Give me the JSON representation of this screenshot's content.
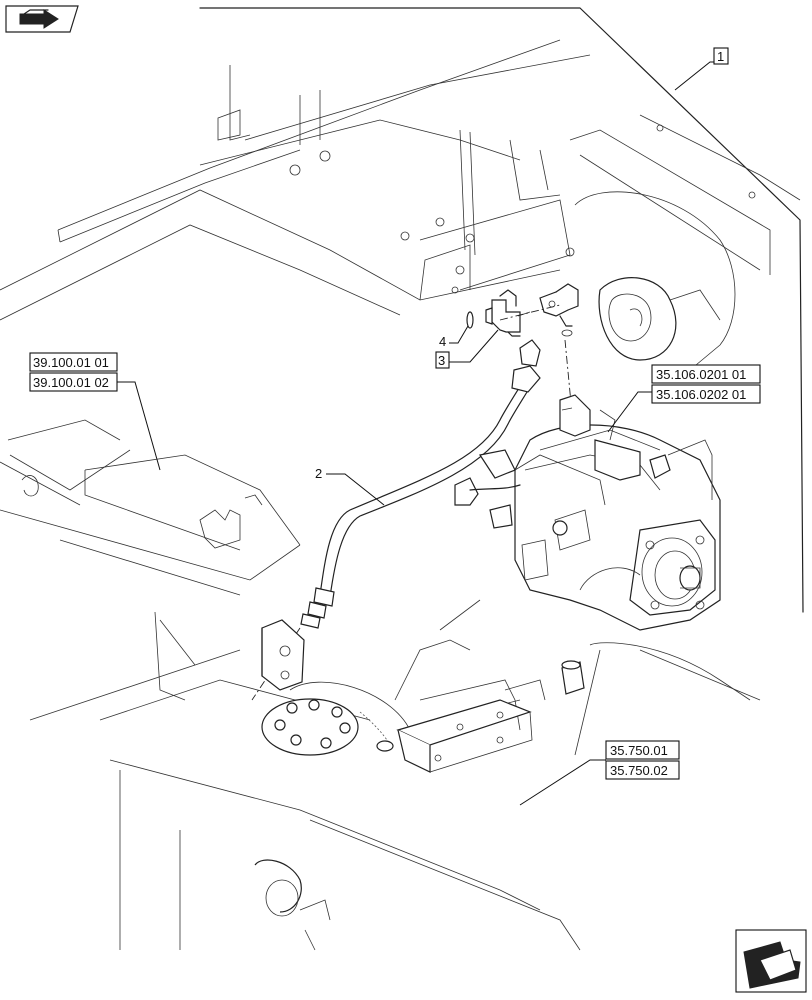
{
  "callouts": {
    "c1": "1",
    "c2": "2",
    "c3": "3",
    "c4": "4"
  },
  "references": {
    "left_top": "39.100.01 01",
    "left_bottom": "39.100.01 02",
    "pump_top": "35.106.0201 01",
    "pump_bottom": "35.106.0202 01",
    "frame_top": "35.750.01",
    "frame_bottom": "35.750.02"
  },
  "icons": {
    "top_left": "assembly-arrow-icon",
    "bottom_right": "navigate-next-arrow-icon"
  }
}
